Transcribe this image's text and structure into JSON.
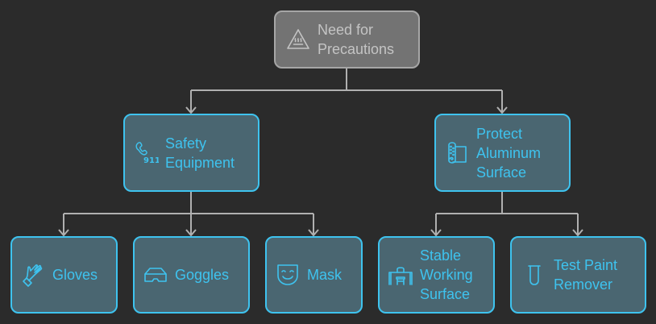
{
  "diagram": {
    "type": "tree",
    "colors": {
      "background": "#2b2b2b",
      "root_fill": "#737373",
      "root_border": "#a6a6a6",
      "root_text": "#c4c4c4",
      "child_fill": "#4a6671",
      "child_border": "#3ec3ef",
      "child_text": "#3ec3ef",
      "connector": "#b0b0b0"
    },
    "root": {
      "label": "Need for\nPrecautions",
      "icon": "hot-surface-warning-icon"
    },
    "branches": [
      {
        "label": "Safety\nEquipment",
        "icon": "phone-911-icon",
        "children": [
          {
            "label": "Gloves",
            "icon": "glove-icon"
          },
          {
            "label": "Goggles",
            "icon": "goggles-icon"
          },
          {
            "label": "Mask",
            "icon": "mask-icon"
          }
        ]
      },
      {
        "label": "Protect\nAluminum\nSurface",
        "icon": "foil-roll-icon",
        "children": [
          {
            "label": "Stable\nWorking\nSurface",
            "icon": "desk-icon"
          },
          {
            "label": "Test Paint\nRemover",
            "icon": "test-tube-icon"
          }
        ]
      }
    ]
  }
}
